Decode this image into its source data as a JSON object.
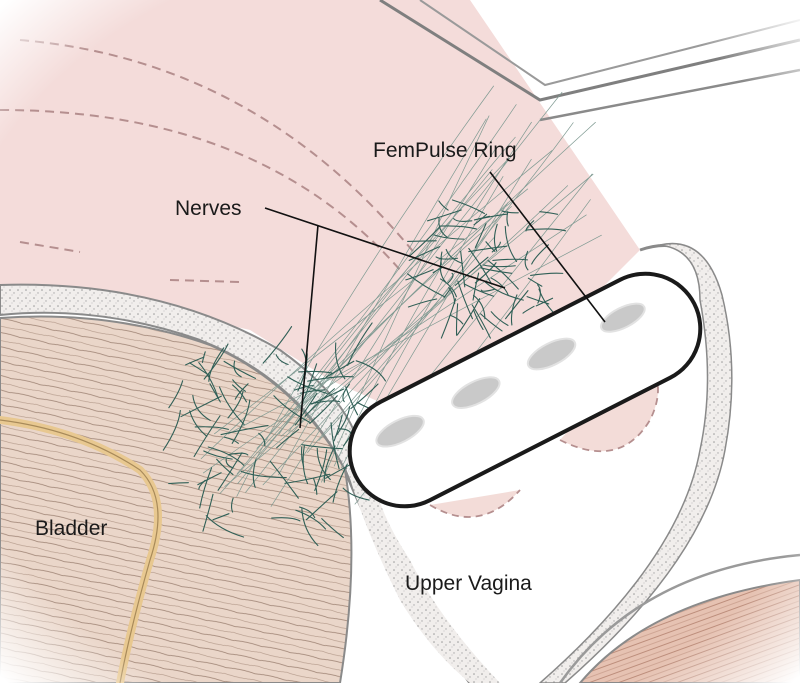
{
  "labels": {
    "fempulse_ring": "FemPulse Ring",
    "nerves": "Nerves",
    "bladder": "Bladder",
    "upper_vagina": "Upper Vagina"
  },
  "colors": {
    "tissue_pink": "#f4dcda",
    "muscle_tan": "#e8d3c6",
    "wall_outline": "#8a8a8a",
    "nerve_green": "#2f5f56",
    "ring_fill": "#ffffff",
    "ring_outline": "#1a1a1a",
    "bladder_wall": "#e8c890"
  }
}
